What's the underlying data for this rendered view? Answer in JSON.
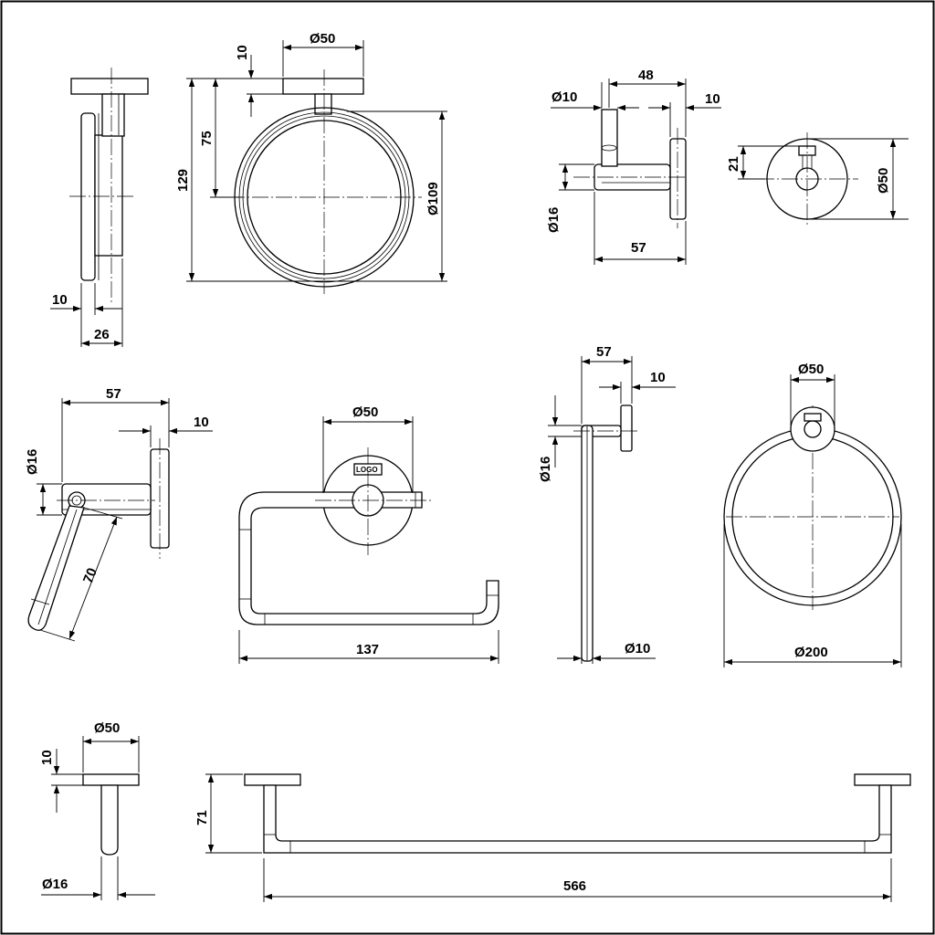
{
  "glass_holder": {
    "side": {
      "d_thick": "10",
      "d_depth": "26"
    },
    "front": {
      "d_base_dia": "Ø50",
      "d_base_thick": "10",
      "d_center": "75",
      "d_height": "129",
      "d_ring_dia": "Ø109"
    }
  },
  "robe_hook": {
    "side": {
      "d_pin_dia": "Ø10",
      "d_length_top": "48",
      "d_thick": "10",
      "d_bar_dia": "Ø16",
      "d_length": "57"
    },
    "front": {
      "d_offset": "21",
      "d_base_dia": "Ø50"
    }
  },
  "paper_holder": {
    "side": {
      "d_length": "57",
      "d_thick": "10",
      "d_bar_dia": "Ø16",
      "d_arm": "70"
    },
    "front": {
      "d_base_dia": "Ø50",
      "logo": "LOGO",
      "d_width": "137"
    }
  },
  "towel_hook": {
    "side": {
      "d_length": "57",
      "d_thick": "10",
      "d_bar_dia": "Ø16",
      "d_rod_dia": "Ø10"
    }
  },
  "towel_ring": {
    "d_base_dia": "Ø50",
    "d_ring_dia": "Ø200"
  },
  "towel_bar": {
    "side": {
      "d_base_dia": "Ø50",
      "d_thick": "10",
      "d_bar_dia": "Ø16"
    },
    "front": {
      "d_height": "71",
      "d_length": "566"
    }
  }
}
